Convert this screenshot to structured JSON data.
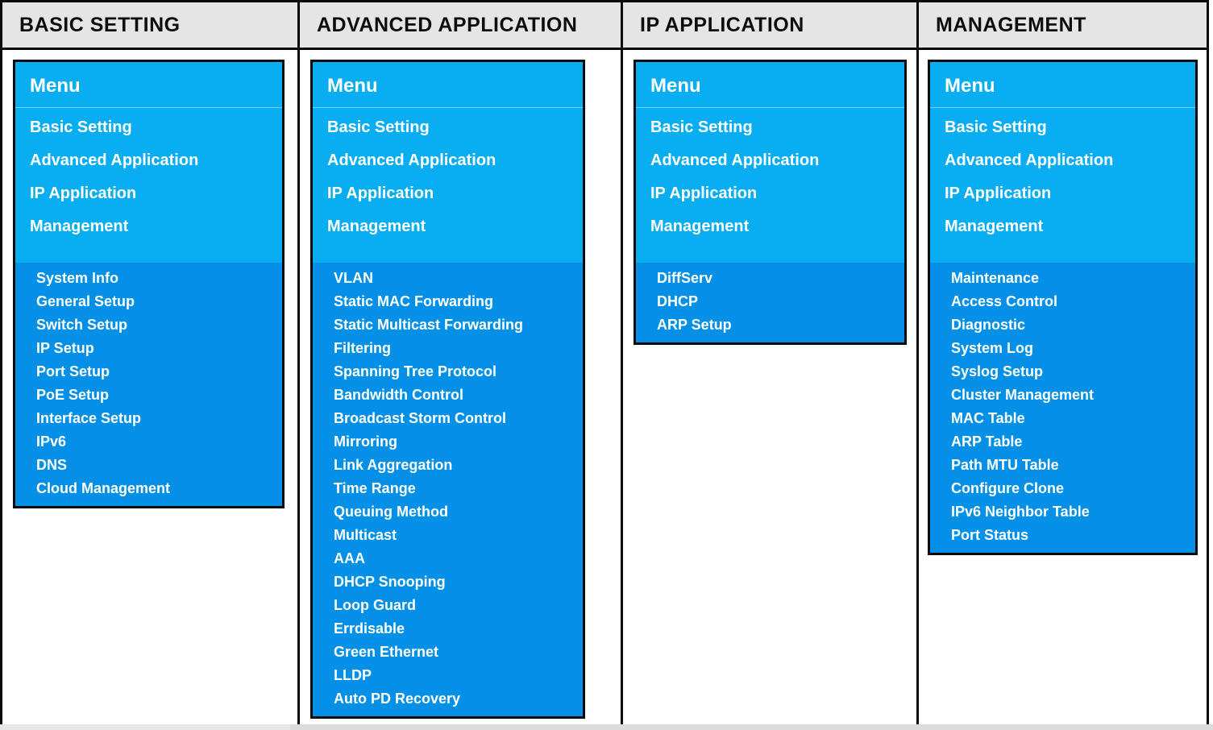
{
  "colors": {
    "menu_light_blue": "#09aef2",
    "menu_dark_blue": "#0590e8",
    "header_background": "#e5e5e5",
    "table_border": "#0a0a0a",
    "menu_text": "#ffffff",
    "header_text": "#0d0d0d"
  },
  "columns": [
    {
      "header": "BASIC SETTING",
      "menu": {
        "title": "Menu",
        "top_items": [
          "Basic Setting",
          "Advanced Application",
          "IP Application",
          "Management"
        ],
        "sub_items": [
          "System Info",
          "General Setup",
          "Switch Setup",
          "IP Setup",
          "Port Setup",
          "PoE Setup",
          "Interface Setup",
          "IPv6",
          "DNS",
          "Cloud Management"
        ]
      }
    },
    {
      "header": "ADVANCED APPLICATION",
      "menu": {
        "title": "Menu",
        "top_items": [
          "Basic Setting",
          "Advanced Application",
          "IP Application",
          "Management"
        ],
        "sub_items": [
          "VLAN",
          "Static MAC Forwarding",
          "Static Multicast Forwarding",
          "Filtering",
          "Spanning Tree Protocol",
          "Bandwidth Control",
          "Broadcast Storm Control",
          "Mirroring",
          "Link Aggregation",
          "Time Range",
          "Queuing Method",
          "Multicast",
          "AAA",
          "DHCP Snooping",
          "Loop Guard",
          "Errdisable",
          "Green Ethernet",
          "LLDP",
          "Auto PD Recovery"
        ]
      }
    },
    {
      "header": "IP APPLICATION",
      "menu": {
        "title": "Menu",
        "top_items": [
          "Basic Setting",
          "Advanced Application",
          "IP Application",
          "Management"
        ],
        "sub_items": [
          "DiffServ",
          "DHCP",
          "ARP Setup"
        ]
      }
    },
    {
      "header": "MANAGEMENT",
      "menu": {
        "title": "Menu",
        "top_items": [
          "Basic Setting",
          "Advanced Application",
          "IP Application",
          "Management"
        ],
        "sub_items": [
          "Maintenance",
          "Access Control",
          "Diagnostic",
          "System Log",
          "Syslog Setup",
          "Cluster Management",
          "MAC Table",
          "ARP Table",
          "Path MTU Table",
          "Configure Clone",
          "IPv6 Neighbor Table",
          "Port Status"
        ]
      }
    }
  ]
}
